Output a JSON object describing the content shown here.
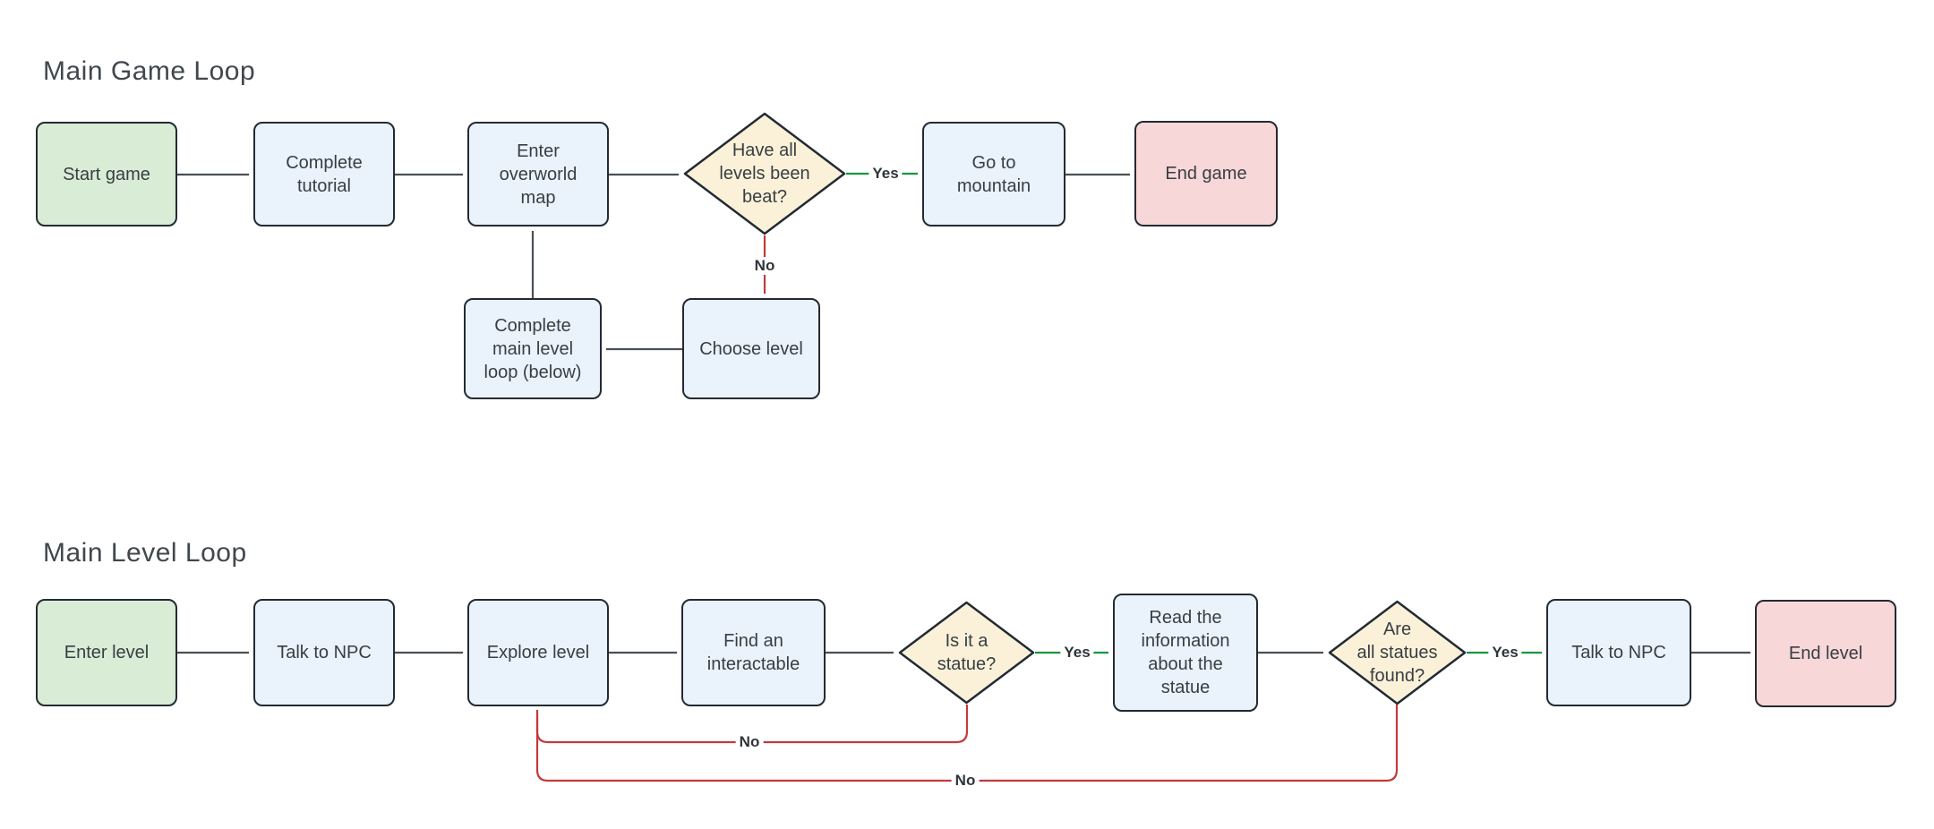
{
  "colors": {
    "box_blue": "#eaf2fb",
    "box_green": "#d9ecd5",
    "box_pink": "#f8d7d8",
    "diamond_yellow": "#faf1d8",
    "border_dark": "#232a33",
    "arrow_dark": "#4a5056",
    "arrow_green": "#13993e",
    "arrow_red": "#c23a3c",
    "node_text": "#383e44",
    "title_text": "#41474d",
    "label_text": "#2f3438"
  },
  "edge_labels": {
    "yes": "Yes",
    "no": "No"
  },
  "game_loop": {
    "title": "Main Game Loop",
    "nodes": {
      "start_game": "Start game",
      "complete_tutorial": "Complete\ntutorial",
      "enter_overworld": "Enter\noverworld\nmap",
      "levels_beat": "Have all\nlevels been\nbeat?",
      "go_mountain": "Go to\nmountain",
      "end_game": "End game",
      "complete_main_level": "Complete\nmain level\nloop (below)",
      "choose_level": "Choose level"
    }
  },
  "level_loop": {
    "title": "Main Level Loop",
    "nodes": {
      "enter_level": "Enter level",
      "talk_to_npc_1": "Talk to NPC",
      "explore_level": "Explore level",
      "find_interactable": "Find an\ninteractable",
      "is_statue": "Is it a\nstatue?",
      "read_info": "Read the\ninformation\nabout the\nstatue",
      "statues_found": "Are\nall statues\nfound?",
      "talk_to_npc_2": "Talk to NPC",
      "end_level": "End level"
    }
  }
}
